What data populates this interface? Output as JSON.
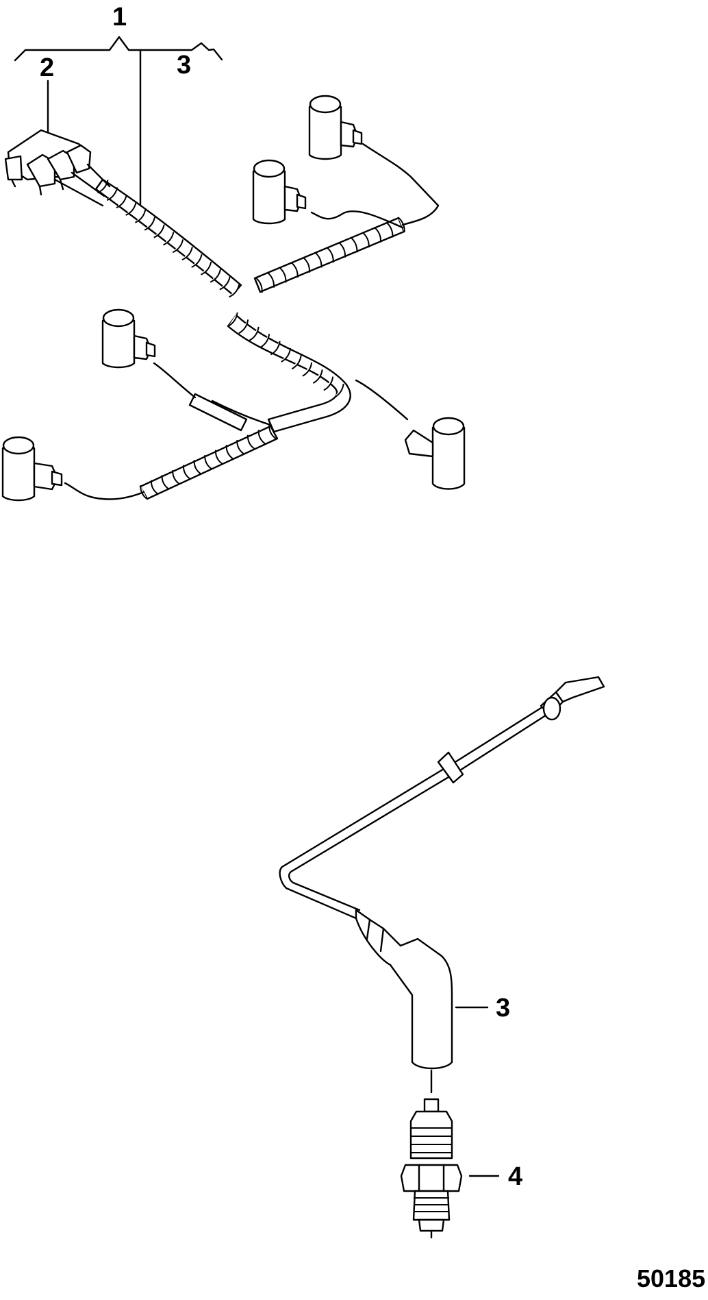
{
  "figure_number": "50185",
  "callouts": {
    "assembly_harness": "1",
    "connector": "2",
    "lead_wire_top": "3",
    "lead_wire_bottom": "3",
    "spark_plug": "4"
  }
}
